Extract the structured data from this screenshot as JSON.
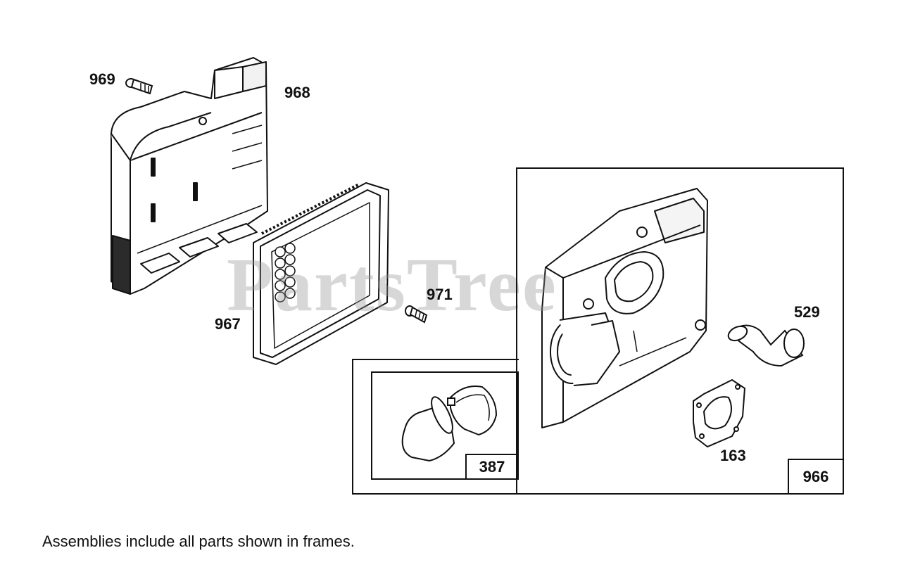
{
  "diagram": {
    "watermark": "PartsTree",
    "footnote": "Assemblies include all parts shown in frames.",
    "callouts": {
      "p969": "969",
      "p968": "968",
      "p967": "967",
      "p971": "971",
      "p529": "529",
      "p163": "163"
    },
    "frames": {
      "f966": "966",
      "f387": "387"
    }
  }
}
